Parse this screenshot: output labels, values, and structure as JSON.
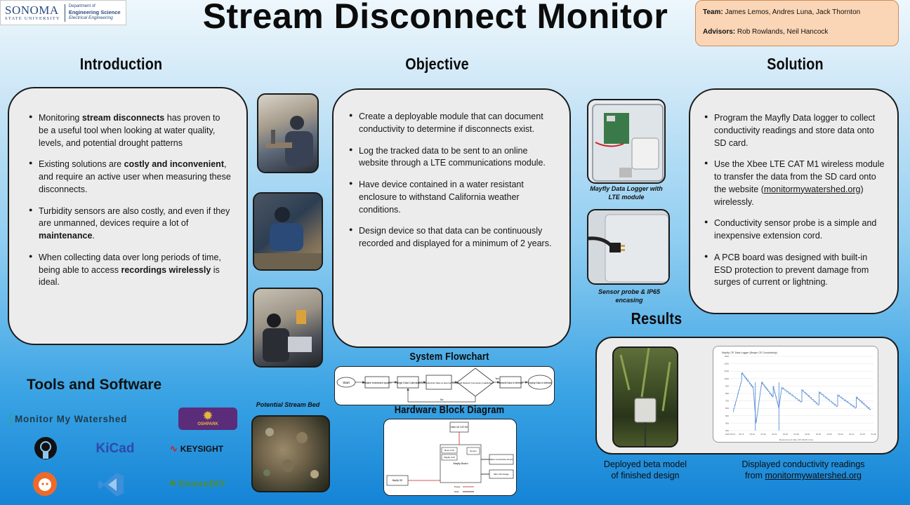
{
  "logo": {
    "university": "SONOMA",
    "university_sub": "STATE UNIVERSITY",
    "dept_1": "Department of",
    "dept_2": "Engineering Science",
    "dept_3": "Electrical Engineering"
  },
  "title": "Stream Disconnect Monitor",
  "team": {
    "team_label": "Team:",
    "team_names": "James Lemos, Andres Luna, Jack Thornton",
    "advisors_label": "Advisors:",
    "advisors_names": "Rob Rowlands, Neil Hancock"
  },
  "headings": {
    "introduction": "Introduction",
    "objective": "Objective",
    "solution": "Solution",
    "results": "Results",
    "tools": "Tools and Software",
    "flowchart": "System Flowchart",
    "hardware": "Hardware Block Diagram"
  },
  "introduction": [
    [
      {
        "t": "Monitoring "
      },
      {
        "t": "stream disconnects",
        "b": true
      },
      {
        "t": " has proven to be a useful tool when looking at water quality, levels, and potential drought patterns"
      }
    ],
    [
      {
        "t": "Existing solutions are "
      },
      {
        "t": "costly and inconvenient",
        "b": true
      },
      {
        "t": ", and require an active user when measuring these disconnects."
      }
    ],
    [
      {
        "t": "Turbidity sensors are also costly, and even if they are unmanned, devices require a lot of "
      },
      {
        "t": "maintenance",
        "b": true
      },
      {
        "t": "."
      }
    ],
    [
      {
        "t": "When collecting data over long periods of time, being able to access "
      },
      {
        "t": "recordings wirelessly",
        "b": true
      },
      {
        "t": " is ideal."
      }
    ]
  ],
  "objective": [
    "Create a deployable module that can document conductivity to determine if disconnects exist.",
    "Log the tracked data to be sent to an online website through a LTE communications module.",
    "Have device contained in a water resistant enclosure to withstand California weather conditions.",
    "Design device so that data can be continuously recorded and displayed for a minimum of 2 years."
  ],
  "solution": [
    "Program the Mayfly Data logger to collect conductivity readings and store data onto SD card.",
    "Use the Xbee LTE CAT M1 wireless module  to transfer the data from the SD card onto the website (monitormywatershed.org) wirelessly.",
    "Conductivity sensor probe is a simple and inexpensive extension cord.",
    "A PCB board was designed with built-in ESD protection to prevent damage from surges of current or lightning."
  ],
  "captions": {
    "mayfly": "Mayfly Data Logger with LTE module",
    "sensor": "Sensor probe & IP65 encasing",
    "stream_bed": "Potential Stream Bed",
    "deployed_1": "Deployed beta model",
    "deployed_2": "of finished design",
    "readings_1": "Displayed conductivity readings",
    "readings_2_pre": "from ",
    "readings_2_link": "monitormywatershed.org"
  },
  "flowchart": {
    "nodes": [
      "Start",
      "Initialize embedded system",
      "Begin Data Collection",
      "Store Conductivity Data on External SD card",
      "Small Network Connection established?",
      "Transmit Data to Website",
      "Display Data to Website"
    ],
    "yes": "Yes",
    "no": "No"
  },
  "hardware": {
    "blocks": [
      "Xbee 4G CAT M1",
      "Mayfly Board",
      "Bees LCD",
      "Sensor",
      "Mayfly LCD",
      "Mayfly SD",
      "Water Conductivity Sensor",
      "Micro SD storage"
    ],
    "legend_power": "Power",
    "legend_data": "Data"
  },
  "tools": {
    "mmw": "Monitor My Watershed",
    "oshpark": "OSHPARK",
    "kicad": "KiCad",
    "keysight": "KEYSIGHT",
    "envirodiy": "EnviroDIY"
  },
  "chart": {
    "title": "Mayfly LTE Data Logger (Bergin CE Conductivity)",
    "xlabel": "Measurement date (US Pacific time)",
    "y_ticks": [
      "1300",
      "1200",
      "1100",
      "1000",
      "900",
      "800",
      "700",
      "600",
      "500",
      "400",
      "300"
    ],
    "x_ticks": [
      "2023-03-10",
      "03-13",
      "03-16",
      "03-19",
      "03-22",
      "03-25",
      "03-28",
      "03-31",
      "04-03",
      "04-06",
      "04-09",
      "04-12",
      "04-15",
      "04-18"
    ]
  },
  "colors": {
    "card_bg": "#ececec",
    "team_bg": "#fbd6b6",
    "series": "#5b8fd6"
  }
}
